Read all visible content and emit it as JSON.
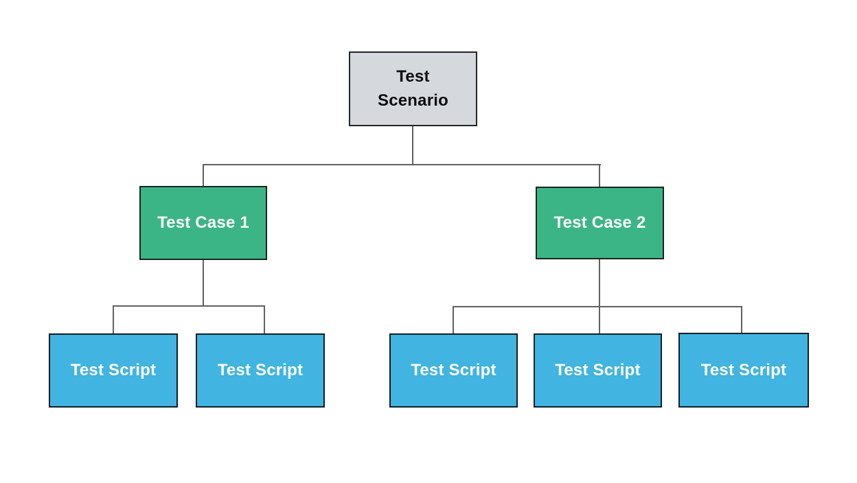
{
  "diagram": {
    "type": "hierarchy-tree",
    "background": "#ffffff",
    "colors": {
      "root_fill": "#d5d9dd",
      "case_fill": "#3cb586",
      "script_fill": "#41b4e1",
      "node_border": "#1f1f1f",
      "root_text": "#0e0e0e",
      "child_text": "#fcfcfc",
      "connector": "#606060"
    },
    "nodes": {
      "root": {
        "label": "Test\nScenario"
      },
      "cases": [
        {
          "label": "Test Case 1"
        },
        {
          "label": "Test Case 2"
        }
      ],
      "scripts": [
        {
          "label": "Test Script"
        },
        {
          "label": "Test Script"
        },
        {
          "label": "Test Script"
        },
        {
          "label": "Test Script"
        },
        {
          "label": "Test Script"
        }
      ]
    },
    "structure": {
      "root_children": [
        "Test Case 1",
        "Test Case 2"
      ],
      "case1_children_count": 2,
      "case2_children_count": 3
    }
  }
}
